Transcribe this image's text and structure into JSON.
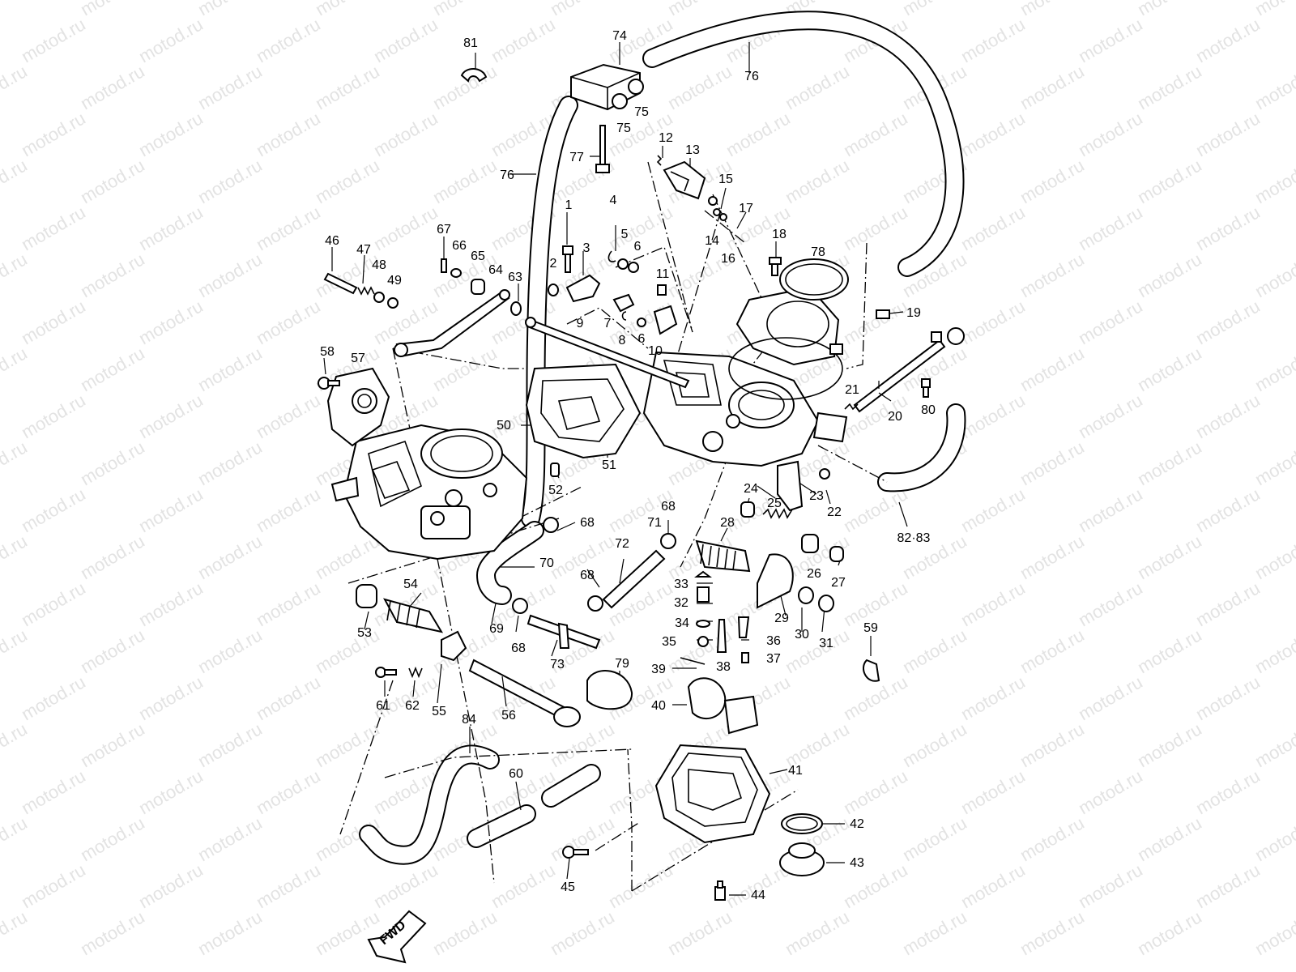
{
  "watermark": {
    "text": "motod.ru"
  },
  "fwd_badge": {
    "text": "FWD"
  },
  "callouts": [
    {
      "id": "81",
      "text": "81"
    },
    {
      "id": "74",
      "text": "74"
    },
    {
      "id": "76a",
      "text": "76"
    },
    {
      "id": "75a",
      "text": "75"
    },
    {
      "id": "75b",
      "text": "75"
    },
    {
      "id": "77",
      "text": "77"
    },
    {
      "id": "76b",
      "text": "76"
    },
    {
      "id": "12",
      "text": "12"
    },
    {
      "id": "13",
      "text": "13"
    },
    {
      "id": "15",
      "text": "15"
    },
    {
      "id": "17",
      "text": "17"
    },
    {
      "id": "14",
      "text": "14"
    },
    {
      "id": "16",
      "text": "16"
    },
    {
      "id": "18",
      "text": "18"
    },
    {
      "id": "78",
      "text": "78"
    },
    {
      "id": "19",
      "text": "19"
    },
    {
      "id": "1",
      "text": "1"
    },
    {
      "id": "4",
      "text": "4"
    },
    {
      "id": "5",
      "text": "5"
    },
    {
      "id": "6a",
      "text": "6"
    },
    {
      "id": "3",
      "text": "3"
    },
    {
      "id": "2",
      "text": "2"
    },
    {
      "id": "11",
      "text": "11"
    },
    {
      "id": "67",
      "text": "67"
    },
    {
      "id": "66",
      "text": "66"
    },
    {
      "id": "65",
      "text": "65"
    },
    {
      "id": "64",
      "text": "64"
    },
    {
      "id": "63",
      "text": "63"
    },
    {
      "id": "46",
      "text": "46"
    },
    {
      "id": "47",
      "text": "47"
    },
    {
      "id": "48",
      "text": "48"
    },
    {
      "id": "49",
      "text": "49"
    },
    {
      "id": "7",
      "text": "7"
    },
    {
      "id": "8",
      "text": "8"
    },
    {
      "id": "6b",
      "text": "6"
    },
    {
      "id": "10",
      "text": "10"
    },
    {
      "id": "9",
      "text": "9"
    },
    {
      "id": "58",
      "text": "58"
    },
    {
      "id": "57",
      "text": "57"
    },
    {
      "id": "21",
      "text": "21"
    },
    {
      "id": "20",
      "text": "20"
    },
    {
      "id": "80",
      "text": "80"
    },
    {
      "id": "50",
      "text": "50"
    },
    {
      "id": "51",
      "text": "51"
    },
    {
      "id": "52",
      "text": "52"
    },
    {
      "id": "24",
      "text": "24"
    },
    {
      "id": "25",
      "text": "25"
    },
    {
      "id": "23",
      "text": "23"
    },
    {
      "id": "22",
      "text": "22"
    },
    {
      "id": "8283",
      "text": "82·83"
    },
    {
      "id": "68a",
      "text": "68"
    },
    {
      "id": "68b",
      "text": "68"
    },
    {
      "id": "71",
      "text": "71"
    },
    {
      "id": "28",
      "text": "28"
    },
    {
      "id": "26",
      "text": "26"
    },
    {
      "id": "27",
      "text": "27"
    },
    {
      "id": "72",
      "text": "72"
    },
    {
      "id": "70",
      "text": "70"
    },
    {
      "id": "68c",
      "text": "68"
    },
    {
      "id": "33",
      "text": "33"
    },
    {
      "id": "32",
      "text": "32"
    },
    {
      "id": "29",
      "text": "29"
    },
    {
      "id": "30",
      "text": "30"
    },
    {
      "id": "31",
      "text": "31"
    },
    {
      "id": "54",
      "text": "54"
    },
    {
      "id": "53",
      "text": "53"
    },
    {
      "id": "69",
      "text": "69"
    },
    {
      "id": "68d",
      "text": "68"
    },
    {
      "id": "34",
      "text": "34"
    },
    {
      "id": "35",
      "text": "35"
    },
    {
      "id": "36",
      "text": "36"
    },
    {
      "id": "37",
      "text": "37"
    },
    {
      "id": "38",
      "text": "38"
    },
    {
      "id": "73",
      "text": "73"
    },
    {
      "id": "59",
      "text": "59"
    },
    {
      "id": "79",
      "text": "79"
    },
    {
      "id": "39",
      "text": "39"
    },
    {
      "id": "40",
      "text": "40"
    },
    {
      "id": "61",
      "text": "61"
    },
    {
      "id": "62",
      "text": "62"
    },
    {
      "id": "55",
      "text": "55"
    },
    {
      "id": "56",
      "text": "56"
    },
    {
      "id": "84",
      "text": "84"
    },
    {
      "id": "41",
      "text": "41"
    },
    {
      "id": "60",
      "text": "60"
    },
    {
      "id": "42",
      "text": "42"
    },
    {
      "id": "43",
      "text": "43"
    },
    {
      "id": "45",
      "text": "45"
    },
    {
      "id": "44",
      "text": "44"
    }
  ]
}
